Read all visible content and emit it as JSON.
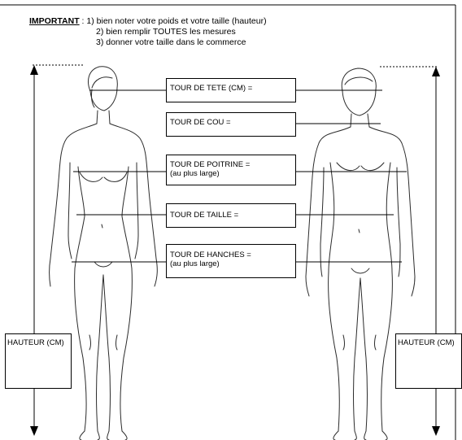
{
  "header": {
    "important_label": "IMPORTANT",
    "separator": " : ",
    "instructions": [
      "1) bien noter votre poids et votre taille (hauteur)",
      "2) bien remplir TOUTES les mesures",
      "3) donner votre taille dans le commerce"
    ]
  },
  "measurements": {
    "head": {
      "label": "TOUR DE TETE (CM) ="
    },
    "neck": {
      "label": "TOUR DE COU ="
    },
    "chest": {
      "label": "TOUR DE POITRINE =",
      "note": "(au plus large)"
    },
    "waist": {
      "label": "TOUR DE TAILLE ="
    },
    "hips": {
      "label": "TOUR DE HANCHES =",
      "note": "(au plus large)"
    }
  },
  "height": {
    "left_label": "HAUTEUR (CM)",
    "right_label": "HAUTEUR (CM)"
  },
  "colors": {
    "line": "#000000",
    "figure": "#2b2b2b",
    "background": "#ffffff"
  }
}
